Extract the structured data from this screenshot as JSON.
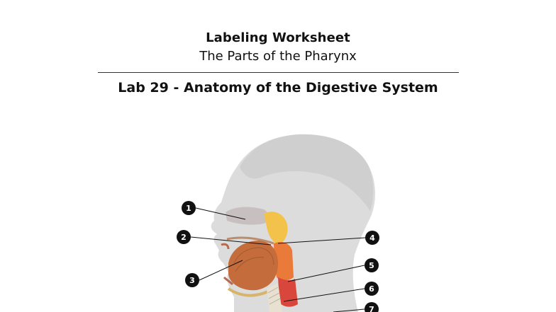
{
  "worksheet": {
    "title": "Labeling Worksheet",
    "subtitle": "The Parts of the Pharynx",
    "lab_title": "Lab 29 - Anatomy of the Digestive System"
  },
  "figure": {
    "description_icon": "head-sagittal-section-illustration",
    "callouts": [
      "1",
      "2",
      "3",
      "4",
      "5",
      "6",
      "7"
    ]
  },
  "colors": {
    "skin": "#d9d9d9",
    "nasopharynx": "#f5c94a",
    "oropharynx": "#e8723a",
    "laryngopharynx": "#d9443a",
    "tongue": "#c9733f",
    "badge": "#111111"
  }
}
